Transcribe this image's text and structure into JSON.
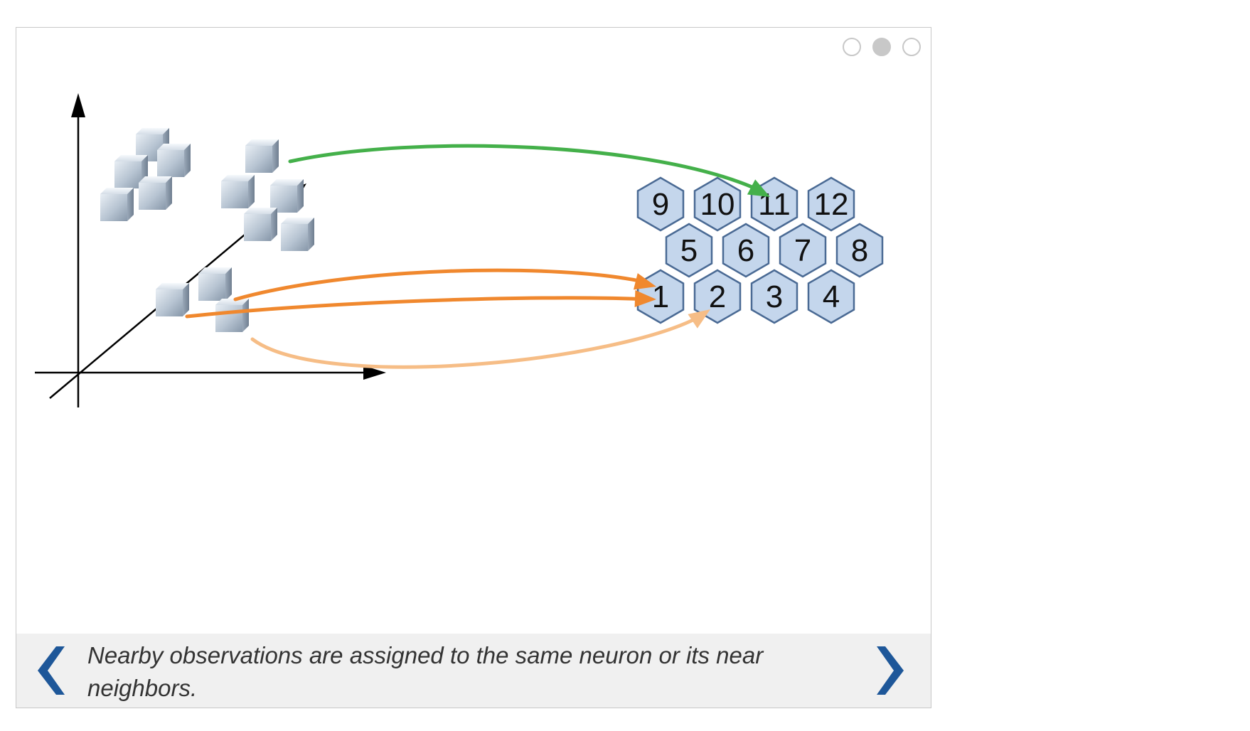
{
  "carousel": {
    "pager": {
      "count": 3,
      "active_index": 1
    },
    "caption": "Nearby observations are assigned to the same neuron or its near neighbors.",
    "prev_icon": "chevron-left-icon",
    "next_icon": "chevron-right-icon",
    "accent_color": "#1e5799"
  },
  "diagram": {
    "neurons": {
      "rows": [
        [
          "9",
          "10",
          "11",
          "12"
        ],
        [
          "5",
          "6",
          "7",
          "8"
        ],
        [
          "1",
          "2",
          "3",
          "4"
        ]
      ],
      "fill": "#c4d6ec",
      "stroke": "#4a6a94"
    },
    "mappings": [
      {
        "from_cluster": "top-right",
        "to_neuron": "11",
        "color": "#44b04a"
      },
      {
        "from_cluster": "bottom",
        "to_neuron": "1",
        "color": "#f0882e"
      },
      {
        "from_cluster": "bottom",
        "to_neuron": "1",
        "color": "#f0882e"
      },
      {
        "from_cluster": "bottom",
        "to_neuron": "2",
        "color": "#f6bd86"
      }
    ]
  }
}
